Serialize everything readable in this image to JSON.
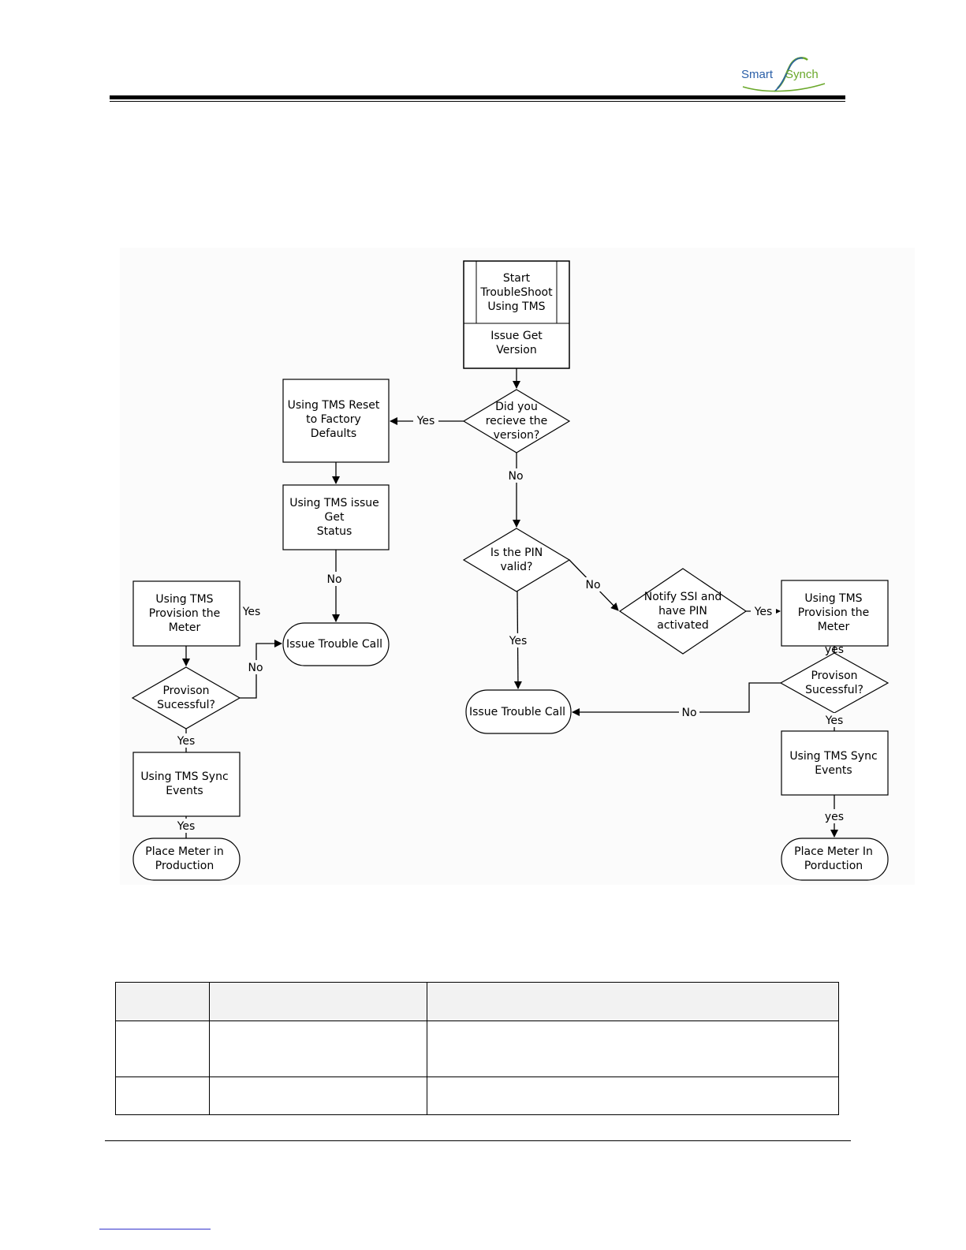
{
  "header": {
    "logo_left": "Smart",
    "logo_right": "Synch",
    "colors": {
      "logo_blue": "#2a5fa8",
      "logo_green": "#6aa82a"
    }
  },
  "flowchart": {
    "start_top": "Start\nTroubleShoot\nUsing TMS",
    "start_bottom": "Issue Get\nVersion",
    "decision_version": "Did you\nrecieve the\nversion?",
    "box_reset": "Using TMS Reset\nto Factory\nDefaults",
    "box_get_status": "Using TMS issue\nGet\nStatus",
    "decision_pin": "Is the PIN\nvalid?",
    "decision_notify": "Notify SSI and\nhave PIN\nactivated",
    "box_provision_left": "Using TMS\nProvision the\nMeter",
    "box_provision_right": "Using TMS\nProvision the\nMeter",
    "decision_provision_left": "Provison\nSucessful?",
    "decision_provision_right": "Provison\nSucessful?",
    "terminal_trouble_left": "Issue Trouble Call",
    "terminal_trouble_mid": "Issue Trouble Call",
    "box_sync_left": "Using TMS Sync\nEvents",
    "box_sync_right": "Using TMS Sync\nEvents",
    "terminal_place_left": "Place Meter in\nProduction",
    "terminal_place_right": "Place Meter In\nPorduction",
    "labels": {
      "yes_version": "Yes",
      "no_version": "No",
      "no_status": "No",
      "no_pin": "No",
      "yes_pin": "Yes",
      "yes_notify": "Yes",
      "yes_provision_left_box": "Yes",
      "no_provision_left": "No",
      "yes_provision_left": "Yes",
      "yes_sync_left": "Yes",
      "yes_provision_right_box": "yes",
      "no_provision_right": "No",
      "yes_provision_right": "Yes",
      "yes_sync_right": "yes"
    }
  }
}
